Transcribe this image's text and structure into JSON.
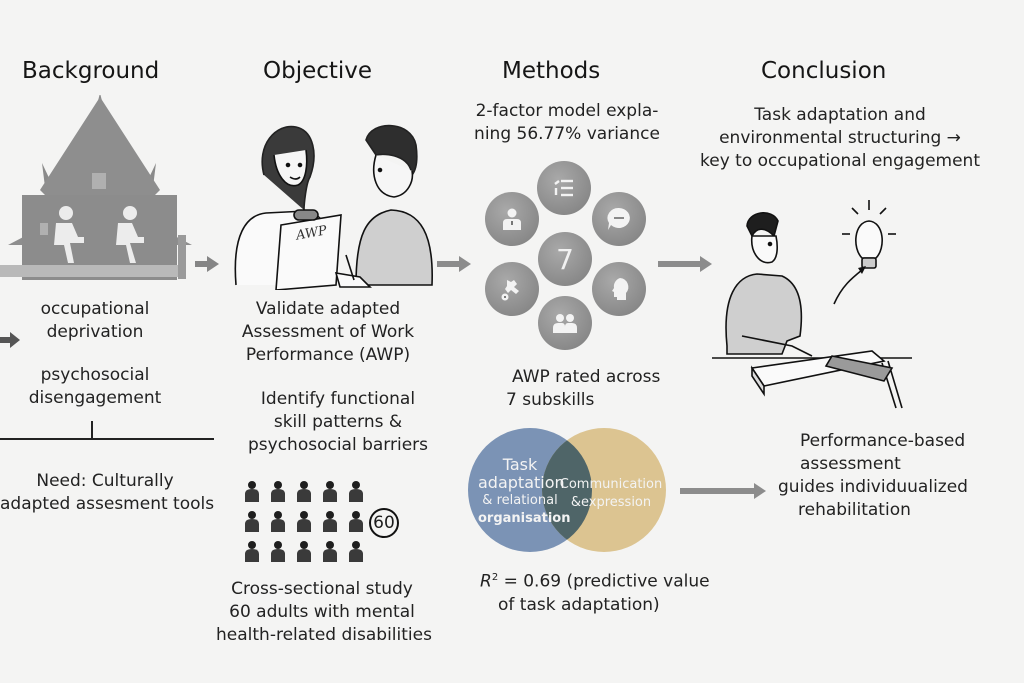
{
  "columns": {
    "background": {
      "heading": "Background",
      "item1": [
        "occupational",
        "deprivation"
      ],
      "item2": [
        "psychosocial",
        "disengagement"
      ],
      "need": [
        "Need: Culturally",
        "adapted assesment tools"
      ],
      "illustration": "house-with-seated-people"
    },
    "objective": {
      "heading": "Objective",
      "clipboard_text": "AWP",
      "item1": [
        "Validate adapted",
        "Assessment of Work",
        "Performance (AWP)"
      ],
      "item2": [
        "Identify functional",
        "skill patterns &",
        "psychosocial barriers"
      ],
      "sample_badge": "60",
      "sample_icon_count": 15,
      "study": [
        "Cross-sectional study",
        "60 adults with mental",
        "health-related disabilities"
      ],
      "illustration": "clinician-interviewing-client"
    },
    "methods": {
      "heading": "Methods",
      "model": [
        "2-factor model expla-",
        "ning 56.77% variance"
      ],
      "center_number": "7",
      "subskill_icons": [
        "list-icon",
        "chat-bubble-icon",
        "head-profile-icon",
        "two-people-icon",
        "tools-icon",
        "person-icon"
      ],
      "rated": [
        "AWP rated across",
        "7 subskills"
      ],
      "venn": {
        "left_label": [
          "Task",
          "adaptation",
          "& relational",
          "organisation"
        ],
        "right_label": [
          "Communication",
          "&expression"
        ],
        "left_color": "#7b93b5",
        "right_color": "#dcc491"
      },
      "r2_label": "R",
      "r2_sup": "2",
      "r2_value": " = 0.69",
      "r2_desc": " (predictive value",
      "r2_desc2": "of task adaptation)"
    },
    "conclusion": {
      "heading": "Conclusion",
      "statement": [
        "Task adaptation and",
        "environmental structuring  →",
        "key to occupational engagement"
      ],
      "outcome": [
        "Performance-based",
        "assessment",
        "guides individuualized",
        "rehabilitation"
      ],
      "illustration": "man-sawing-wood-with-lightbulb"
    }
  },
  "colors": {
    "background": "#f4f4f3",
    "arrow_gray": "#8c8c8c",
    "icon_gray": "#8f8f8f"
  }
}
